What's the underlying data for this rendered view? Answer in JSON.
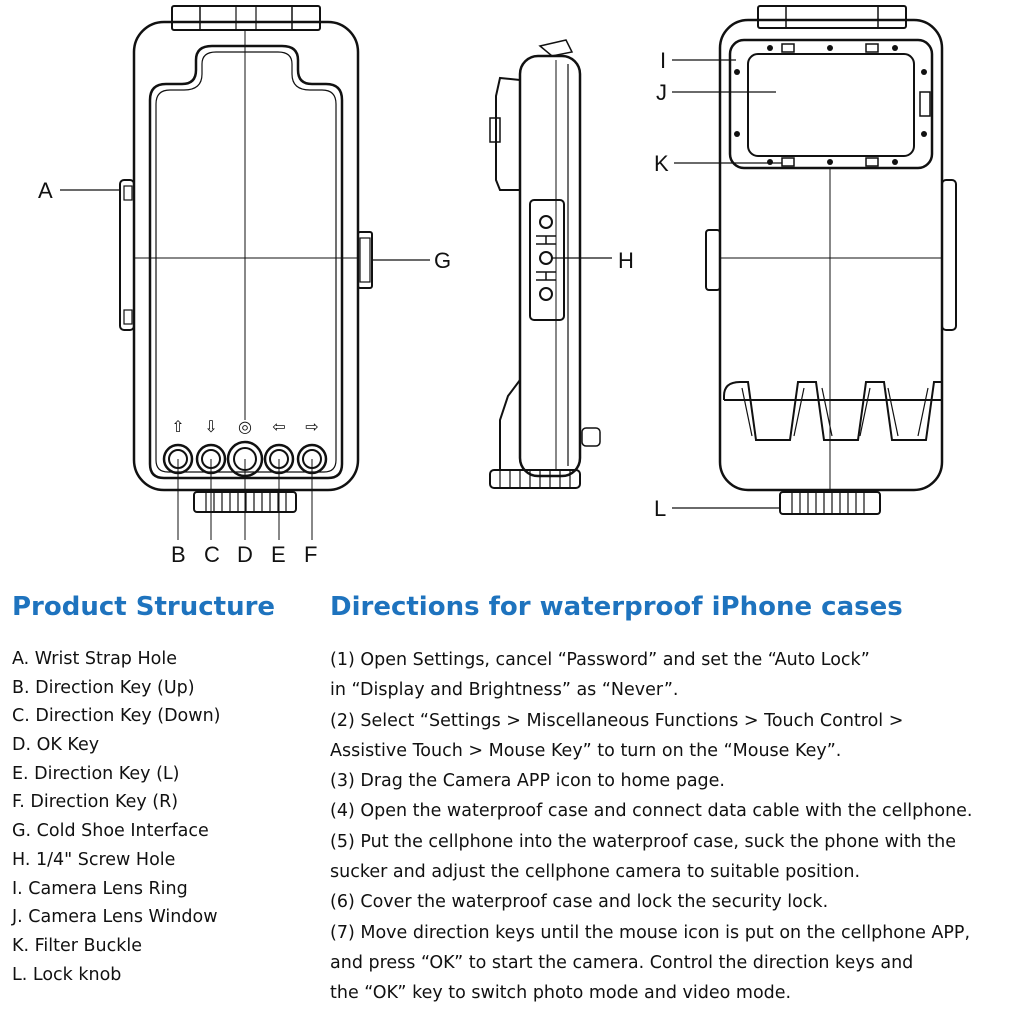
{
  "callouts": {
    "A": "A",
    "B": "B",
    "C": "C",
    "D": "D",
    "E": "E",
    "F": "F",
    "G": "G",
    "H": "H",
    "I": "I",
    "J": "J",
    "K": "K",
    "L": "L"
  },
  "key_symbols": {
    "up": "⇧",
    "down": "⇩",
    "ok": "◎",
    "left": "⇦",
    "right": "⇨"
  },
  "product_structure": {
    "heading": "Product Structure",
    "items": [
      "A. Wrist Strap Hole",
      "B. Direction Key (Up)",
      "C. Direction Key (Down)",
      "D. OK Key",
      "E.  Direction Key (L)",
      "F.  Direction Key (R)",
      "G. Cold Shoe Interface",
      "H. 1/4\" Screw Hole",
      "I. Camera Lens Ring",
      "J. Camera Lens Window",
      "K. Filter Buckle",
      "L. Lock knob"
    ]
  },
  "directions": {
    "heading": "Directions for waterproof iPhone cases",
    "lines": [
      "(1) Open Settings, cancel  “Password”  and set the  “Auto Lock”",
      "in  “Display and Brightness”  as  “Never”.",
      "(2) Select  “Settings > Miscellaneous Functions > Touch Control >",
      "Assistive Touch > Mouse Key”  to turn on the  “Mouse Key”.",
      "(3) Drag the Camera APP icon to home page.",
      "(4) Open the waterproof case and connect data cable with the cellphone.",
      "(5) Put the cellphone into the waterproof case, suck the phone with the",
      "sucker and adjust the cellphone camera to suitable position.",
      "(6) Cover the waterproof case and lock the security lock.",
      "(7) Move direction keys until the mouse icon is put on the cellphone APP,",
      "and press  “OK”  to start the camera. Control the direction keys and",
      "the  “OK”  key to switch photo mode and video mode."
    ]
  }
}
